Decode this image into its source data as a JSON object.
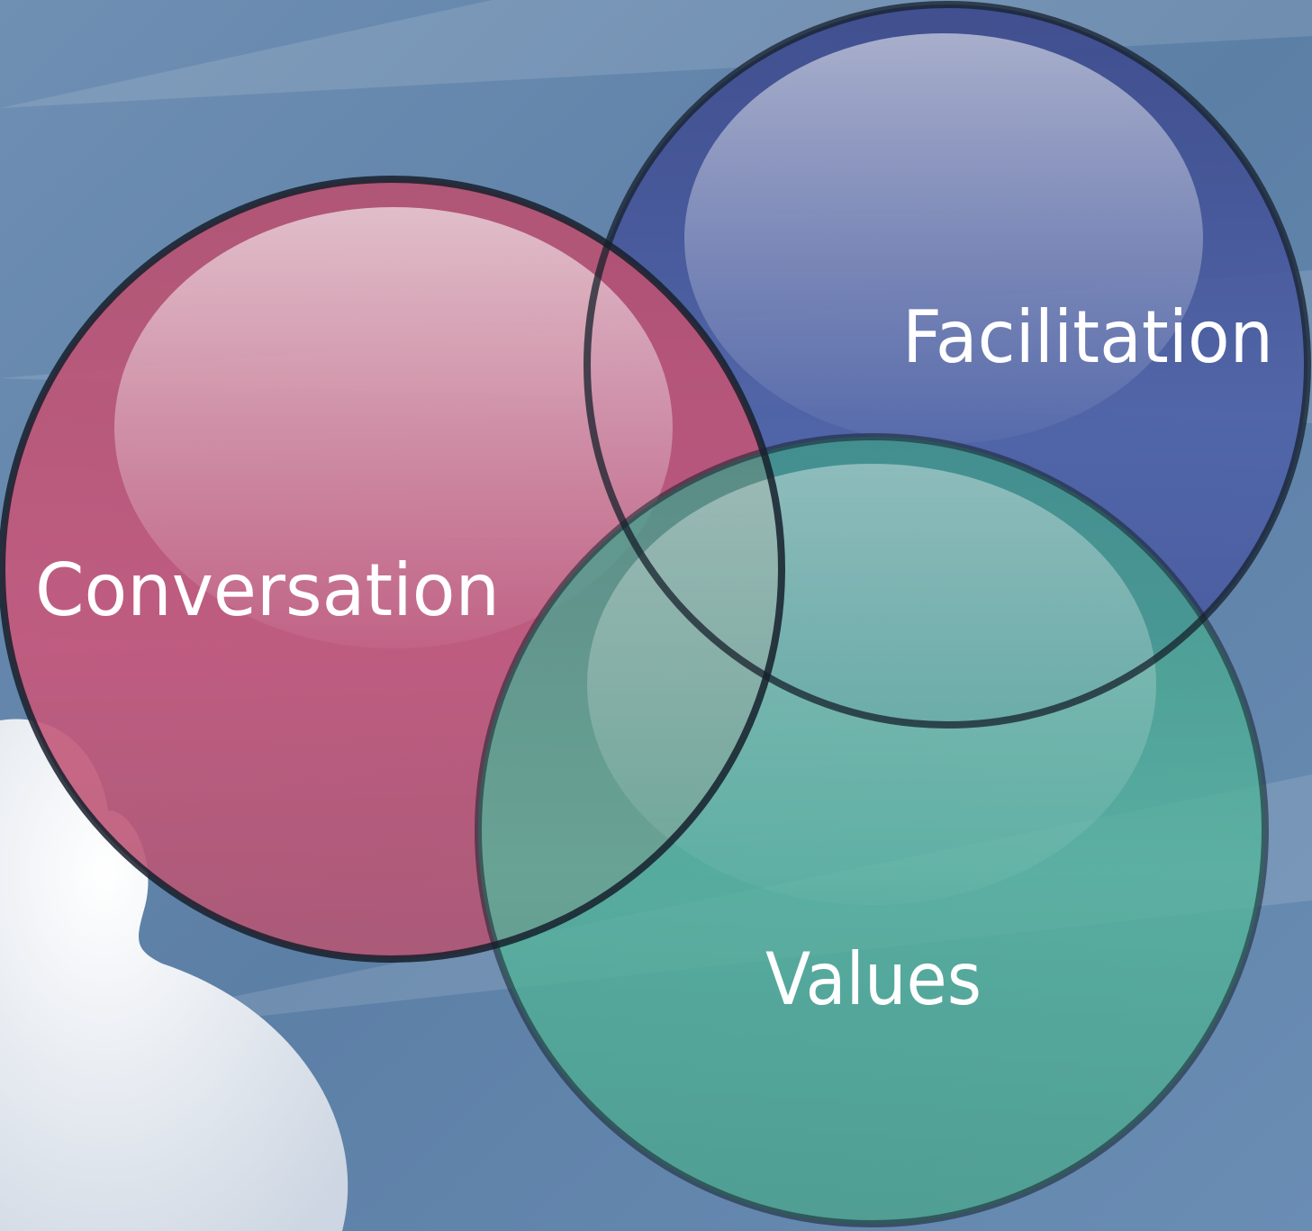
{
  "diagram": {
    "type": "venn",
    "circles": [
      {
        "id": "conversation",
        "label": "Conversation",
        "color": "#c9587c"
      },
      {
        "id": "facilitation",
        "label": "Facilitation",
        "color": "#4a5aa0"
      },
      {
        "id": "values",
        "label": "Values",
        "color": "#4fb396"
      }
    ],
    "colors": {
      "background": "#5f82a6",
      "cloud": "#e4e8ef",
      "outline": "#15202b",
      "label": "#ffffff"
    }
  }
}
